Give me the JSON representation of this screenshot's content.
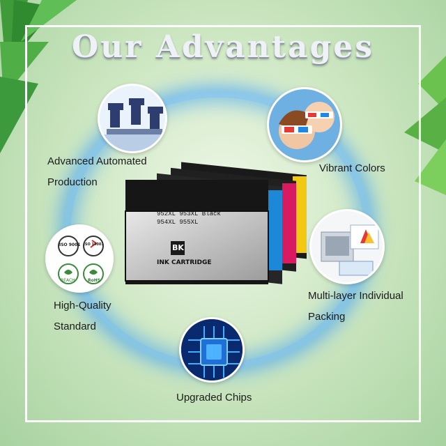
{
  "title": "Our Advantages",
  "features": [
    {
      "line1": "Advanced Automated",
      "line2": "Production"
    },
    {
      "line1": "Vibrant Colors"
    },
    {
      "line1": "High-Quality",
      "line2": "Standard"
    },
    {
      "line1": "Multi-layer Individual",
      "line2": "Packing"
    },
    {
      "line1": "Upgraded Chips"
    }
  ],
  "product": {
    "model_line1": "952XL  953XL  Black",
    "model_line2": "954XL  955XL",
    "color_code": "BK",
    "label": "INK CARTRIDGE",
    "cartridge_colors": [
      "#1a1a1a",
      "#1e88d8",
      "#d81b60",
      "#f2c811"
    ]
  },
  "certs": [
    "ISO 9001",
    "ISO 14001",
    "REACH",
    "RoHS"
  ],
  "colors": {
    "ring": "#3a9cff",
    "background": "#c6e3bb",
    "frame": "#ffffff"
  }
}
